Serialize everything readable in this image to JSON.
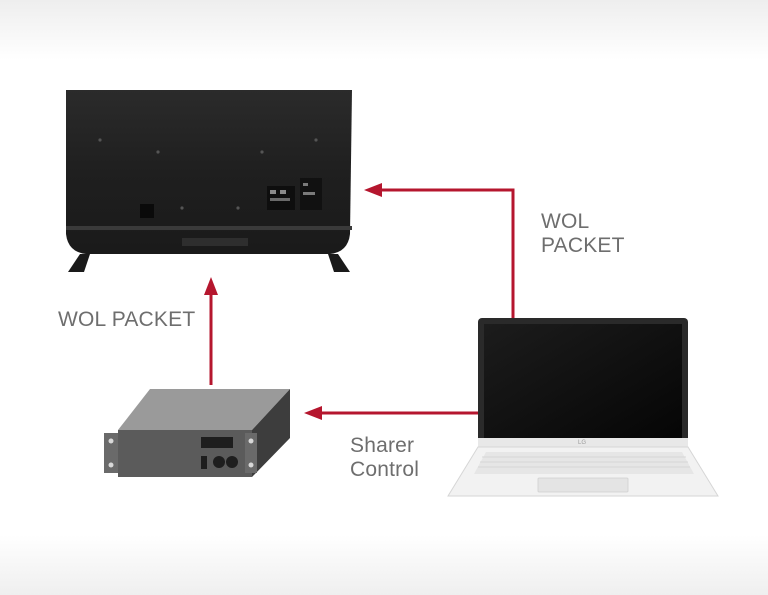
{
  "labels": {
    "left_packet": "WOL PACKET",
    "right_packet_line1": "WOL",
    "right_packet_line2": "PACKET",
    "sharer_line1": "Sharer",
    "sharer_line2": "Control"
  },
  "brand_mark": "LG",
  "colors": {
    "arrow": "#b5162e",
    "label": "#6e6e6e",
    "tv_body": "#222222",
    "sharer_body": "#5b5b5b",
    "laptop_body": "#f2f2f2"
  },
  "icons": [
    "tv-back-icon",
    "sharer-device-icon",
    "laptop-icon"
  ]
}
